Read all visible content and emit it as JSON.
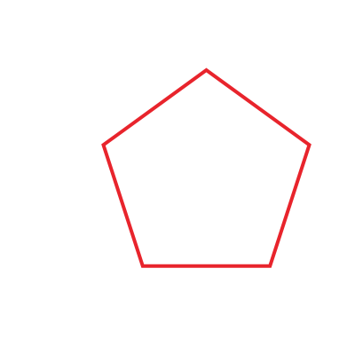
{
  "shape": {
    "name": "pentagon",
    "sides": 5,
    "stroke_color": "#e8242c",
    "fill": "none"
  },
  "background_color": "#ffffff"
}
